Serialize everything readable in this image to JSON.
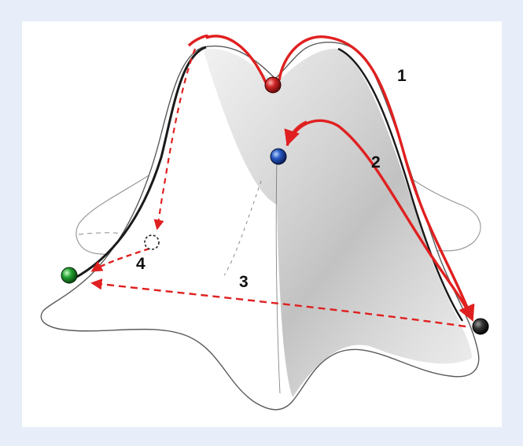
{
  "diagram": {
    "labels": {
      "step1": "1",
      "step2": "2",
      "step3": "3",
      "step4": "4"
    },
    "colors": {
      "background": "#e7eef9",
      "panel": "#ffffff",
      "arrow": "#e02020",
      "outline": "#1a1a1a",
      "ball_red": "#c81e1e",
      "ball_blue": "#1f4fb0",
      "ball_green": "#1f9a2c",
      "ball_black": "#222222",
      "ball_ghost": "#ffffff"
    },
    "balls": [
      "red-ball",
      "blue-ball",
      "green-ball",
      "black-ball",
      "ghost-ball"
    ]
  }
}
